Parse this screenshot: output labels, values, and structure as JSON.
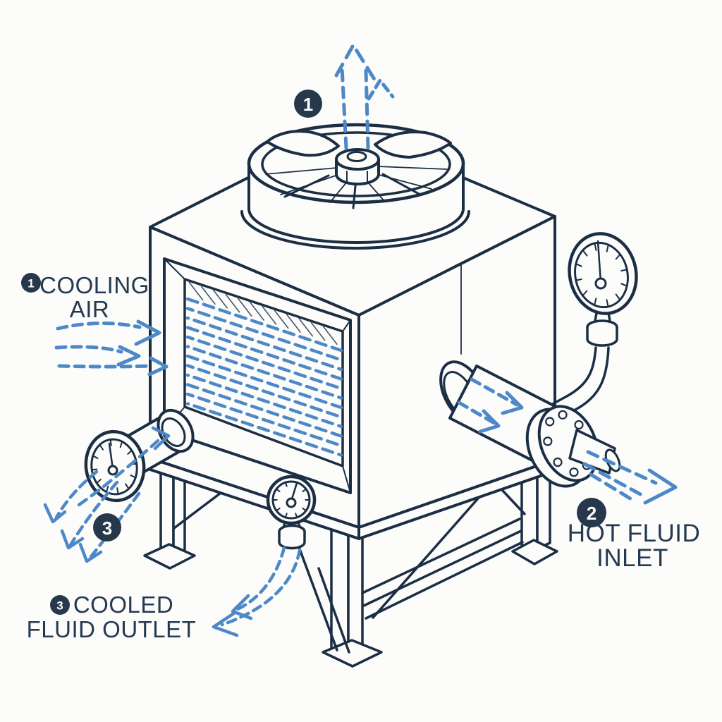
{
  "scene": {
    "background": "#fcfcfa",
    "colors": {
      "outline": "#1b2e44",
      "flow_accent": "#4d88c8",
      "badge_fill": "#26384a",
      "label_text": "#243a52"
    },
    "markers": {
      "fan_airflow": "1",
      "hot_fluid_inlet": "2",
      "cooled_fluid_outlet": "3"
    },
    "labels": {
      "cooling_air": {
        "badge": "1",
        "line1": "COOLING",
        "line2": "AIR"
      },
      "hot_fluid_inlet": {
        "badge": "2",
        "line1": "HOT FLUID",
        "line2": "INLET"
      },
      "cooled_fluid_outlet": {
        "badge": "3",
        "line1": "COOLED",
        "line2": "FLUID OUTLET"
      }
    }
  }
}
